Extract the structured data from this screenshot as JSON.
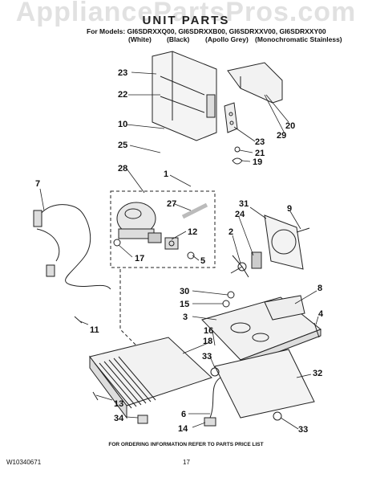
{
  "watermark": "AppliancePartsPros.com",
  "title": "UNIT PARTS",
  "models_prefix": "For Models:",
  "models": "GI6SDRXXQ00, GI6SDRXXB00, GI6SDRXXV00, GI6SDRXXY00",
  "colors": [
    "(White)",
    "(Black)",
    "(Apollo Grey)",
    "(Monochromatic Stainless)"
  ],
  "callouts": [
    "23",
    "22",
    "10",
    "25",
    "28",
    "1",
    "27",
    "7",
    "12",
    "17",
    "5",
    "2",
    "24",
    "31",
    "9",
    "20",
    "29",
    "23",
    "21",
    "19",
    "30",
    "15",
    "3",
    "11",
    "8",
    "4",
    "16",
    "18",
    "33",
    "32",
    "13",
    "34",
    "6",
    "14",
    "33"
  ],
  "footer": "FOR ORDERING INFORMATION REFER TO PARTS PRICE LIST",
  "doc_id": "W10340671",
  "page_number": "17"
}
